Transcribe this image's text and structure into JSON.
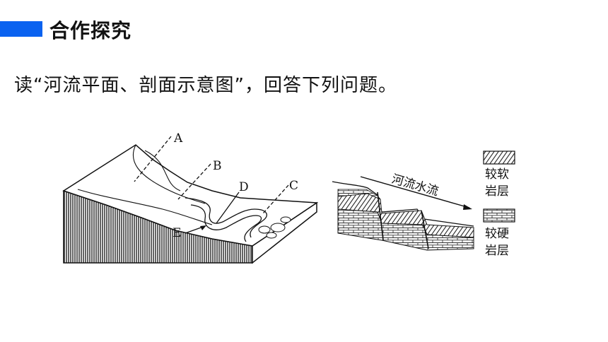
{
  "header": {
    "title": "合作探究",
    "accent_color": "#0a62f0"
  },
  "question": "读“河流平面、剖面示意图”，回答下列问题。",
  "figure_left": {
    "labels": {
      "a": "A",
      "b": "B",
      "c": "C",
      "d": "D",
      "e": "E"
    }
  },
  "figure_right": {
    "flow_label": "河流水流",
    "legend": [
      {
        "line1": "较软",
        "line2": "岩层",
        "pattern": "soft-rock"
      },
      {
        "line1": "较硬",
        "line2": "岩层",
        "pattern": "hard-rock"
      }
    ]
  }
}
